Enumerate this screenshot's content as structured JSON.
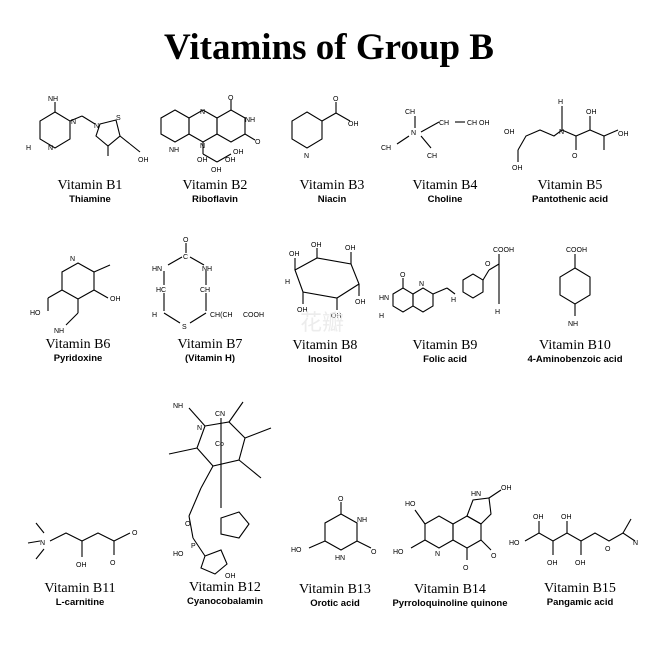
{
  "title": "Vitamins of Group B",
  "vitamins": [
    {
      "name": "Vitamin B1",
      "compound": "Thiamine"
    },
    {
      "name": "Vitamin B2",
      "compound": "Riboflavin"
    },
    {
      "name": "Vitamin B3",
      "compound": "Niacin"
    },
    {
      "name": "Vitamin B4",
      "compound": "Choline"
    },
    {
      "name": "Vitamin B5",
      "compound": "Pantothenic acid"
    },
    {
      "name": "Vitamin B6",
      "compound": "Pyridoxine"
    },
    {
      "name": "Vitamin B7",
      "compound": "(Vitamin H)"
    },
    {
      "name": "Vitamin B8",
      "compound": "Inositol"
    },
    {
      "name": "Vitamin B9",
      "compound": "Folic acid"
    },
    {
      "name": "Vitamin B10",
      "compound": "4-Aminobenzoic acid"
    },
    {
      "name": "Vitamin B11",
      "compound": "L-carnitine"
    },
    {
      "name": "Vitamin B12",
      "compound": "Cyanocobalamin"
    },
    {
      "name": "Vitamin B13",
      "compound": "Orotic acid"
    },
    {
      "name": "Vitamin B14",
      "compound": "Pyrroloquinoline quinone"
    },
    {
      "name": "Vitamin B15",
      "compound": "Pangamic acid"
    }
  ],
  "atoms": {
    "b1": {
      "nh2": "NH",
      "h3c": "H",
      "n1": "N",
      "n2": "N",
      "s": "S",
      "oh": "OH",
      "nplus": "N"
    },
    "b2": {
      "o1": "O",
      "o2": "O",
      "nh1": "NH",
      "nh2": "NH",
      "n1": "N",
      "n2": "N",
      "oh1": "OH",
      "oh2": "OH",
      "oh3": "OH",
      "oh4": "OH"
    },
    "b3": {
      "o": "O",
      "oh": "OH",
      "n": "N"
    },
    "b4": {
      "ch3a": "CH",
      "ch3b": "CH",
      "ch3c": "CH",
      "n": "N",
      "ch2a": "CH",
      "ch2oh": "CH",
      "oh": "OH"
    },
    "b5": {
      "h": "H",
      "n": "N",
      "o": "O",
      "oh1": "OH",
      "oh2": "OH",
      "oh3": "OH",
      "oh4": "OH"
    },
    "b6": {
      "n": "N",
      "oh1": "OH",
      "oh2": "HO",
      "nh2": "NH"
    },
    "b7": {
      "o": "O",
      "c": "C",
      "hn1": "HN",
      "nh": "NH",
      "hc": "HC",
      "ch": "CH",
      "h2c": "H",
      "s": "S",
      "chain": "CH(CH",
      "cooh": "COOH"
    },
    "b8": {
      "oh1": "OH",
      "oh2": "OH",
      "oh3": "OH",
      "oh4": "OH",
      "oh5": "OH",
      "oh6": "OH",
      "h": "H"
    },
    "b9": {
      "o": "O",
      "hn": "HN",
      "n": "N",
      "h2n": "H",
      "h": "H",
      "cooh": "COOH",
      "o2": "O",
      "h2": "H"
    },
    "b10": {
      "cooh": "COOH",
      "nh2": "NH"
    },
    "b11": {
      "n": "N",
      "oh": "OH",
      "o": "O",
      "ominus": "O"
    },
    "b12": {
      "co": "Co",
      "cn": "CN",
      "n": "N",
      "nh2": "NH",
      "o": "O",
      "p": "P",
      "oh": "OH",
      "ho": "HO"
    },
    "b13": {
      "o": "O",
      "nh": "NH",
      "hn": "HN",
      "ho": "HO",
      "o2": "O"
    },
    "b14": {
      "ho": "HO",
      "o": "O",
      "hn": "HN",
      "n": "N",
      "oh": "OH"
    },
    "b15": {
      "oh": "OH",
      "ho": "HO",
      "o": "O",
      "n": "N"
    }
  },
  "watermark": "花瓣"
}
